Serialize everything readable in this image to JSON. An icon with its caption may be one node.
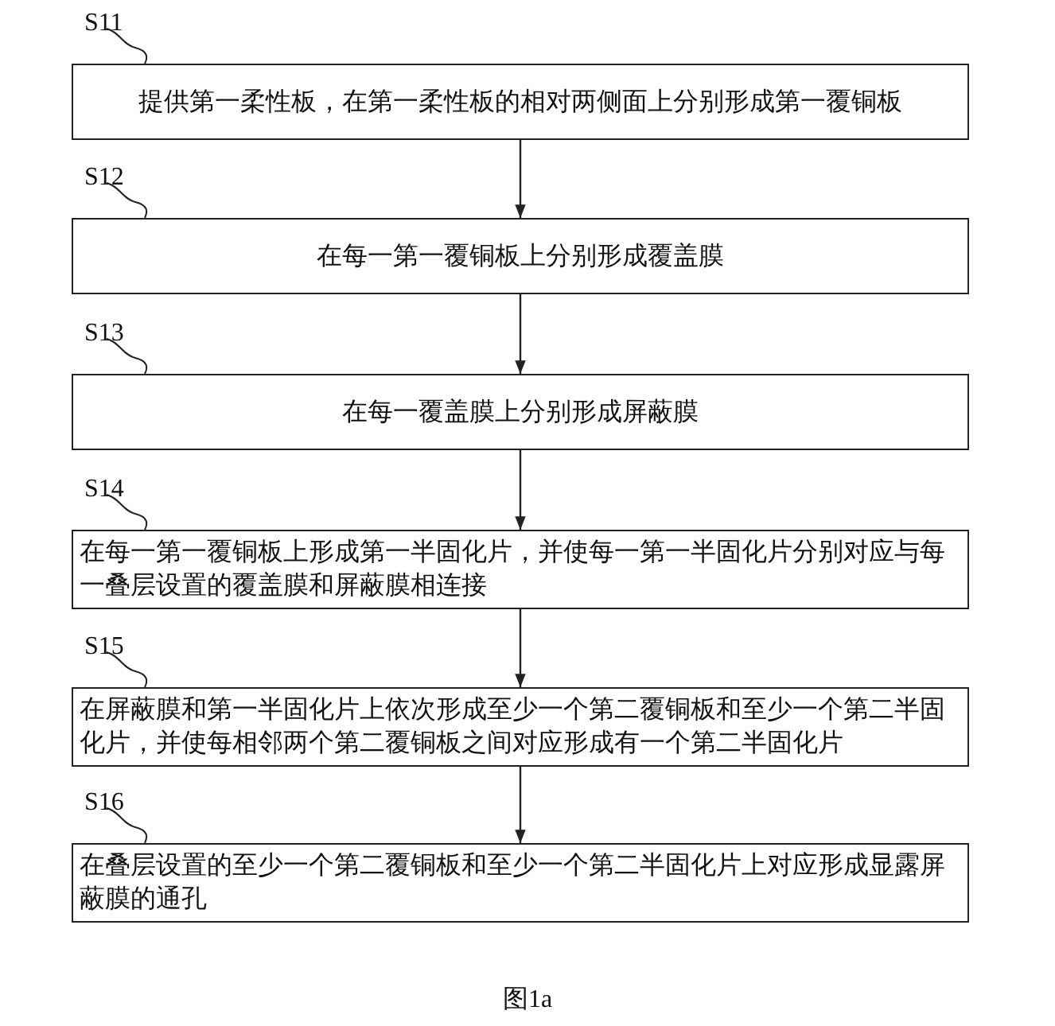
{
  "diagram": {
    "caption": "图1a",
    "nodes": [
      {
        "text": [
          "提供第一柔性板，在第一柔性板的相对两侧面上分别形成第一覆铜板"
        ],
        "beside": [
          "S11"
        ]
      },
      {
        "text": [
          "在每一第一覆铜板上分别形成覆盖膜"
        ],
        "beside": [
          "S12"
        ]
      },
      {
        "text": [
          "在每一覆盖膜上分别形成屏蔽膜"
        ],
        "beside": [
          "S13"
        ]
      },
      {
        "text": [
          "在每一第一覆铜板上形成第一半固化片，并使每一第一半固化片分别对应与每一叠层设置的覆盖膜和屏蔽膜相连接"
        ],
        "beside": [
          "S14"
        ]
      },
      {
        "text": [
          "在屏蔽膜和第一半固化片上依次形成至少一个第二覆铜板和至少一个第二半固化片，并使每相邻两个第二覆铜板之间对应形成有一个第二半固化片"
        ],
        "beside": [
          "S15"
        ]
      },
      {
        "text": [
          "在叠层设置的至少一个第二覆铜板和至少一个第二半固化片上对应形成显露屏蔽膜的通孔"
        ],
        "beside": [
          "S16"
        ]
      }
    ],
    "edges": [
      {
        "from": 0,
        "to": 1,
        "arrow": "to"
      },
      {
        "from": 1,
        "to": 2,
        "arrow": "to"
      },
      {
        "from": 2,
        "to": 3,
        "arrow": "to"
      },
      {
        "from": 3,
        "to": 4,
        "arrow": "to"
      },
      {
        "from": 4,
        "to": 5,
        "arrow": "to"
      }
    ]
  }
}
